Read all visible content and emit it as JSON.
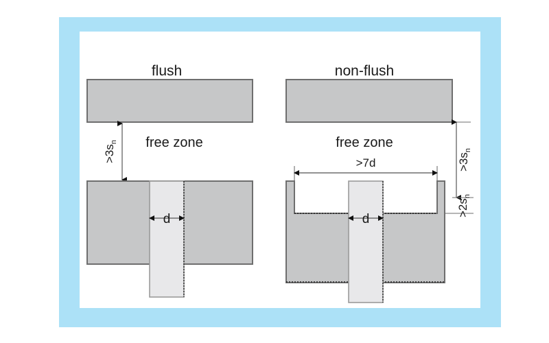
{
  "figure": {
    "name": "sensor-mounting-free-zone-diagram",
    "colors": {
      "frame": "#ace1f7",
      "panel": "#ffffff",
      "metal_block": "#c6c7c8",
      "sensor_body": "#e8e8ea",
      "outline": "#6e6e6e",
      "dimension_line": "#6e6e6e",
      "text": "#1a1a1a"
    }
  },
  "left_diagram": {
    "title": "flush",
    "free_zone_label": "free zone",
    "vertical_dimension": {
      "prefix": ">3s",
      "subscript": "n",
      "full": ">3sn",
      "orientation": "vertical"
    },
    "diameter_dimension": {
      "label": "d",
      "orientation": "horizontal"
    }
  },
  "right_diagram": {
    "title": "non-flush",
    "free_zone_label": "free zone",
    "vertical_dimension": {
      "prefix": ">3s",
      "subscript": "n",
      "full": ">3sn",
      "orientation": "vertical"
    },
    "recess_depth_dimension": {
      "prefix": ">2s",
      "subscript": "n",
      "full": ">2sn",
      "orientation": "vertical"
    },
    "recess_width_dimension": {
      "label": ">7d",
      "orientation": "horizontal"
    },
    "diameter_dimension": {
      "label": "d",
      "orientation": "horizontal"
    }
  }
}
